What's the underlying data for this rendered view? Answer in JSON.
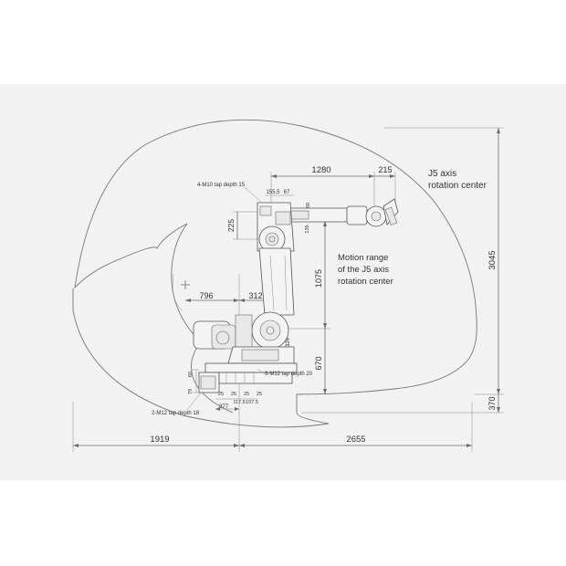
{
  "labels": {
    "j5_line1": "J5 axis",
    "j5_line2": "rotation center",
    "motion_line1": "Motion range",
    "motion_line2": "of the J5 axis",
    "motion_line3": "rotation center",
    "tap_m10": "4-M10 tap depth 15",
    "tap_m12_6": "6-M12 tap depth 20",
    "tap_m12_2": "2-M12 tap depth 18"
  },
  "dimensions": {
    "d1280": "1280",
    "d215": "215",
    "d155": "155.5",
    "d67": "67",
    "d60a": "60",
    "d135": "135",
    "d225": "225",
    "d796": "796",
    "d312": "312",
    "d1075": "1075",
    "d324": "324",
    "d670": "670",
    "d3045": "3045",
    "d370": "370",
    "d60b": "60",
    "d79": "79",
    "d25a": "25",
    "d25b": "25",
    "d25c": "25",
    "d25d": "25",
    "d117": "117.5",
    "d107": "107.5",
    "d377": "377",
    "d1919": "1919",
    "d2655": "2655"
  },
  "colors": {
    "background": "#ffffff",
    "panel": "#f2f2f2",
    "lines": "#6b6b6b",
    "robot_fill": "#f4f4f4",
    "text": "#333333"
  },
  "icons": {
    "center_mark": "crosshair-icon"
  }
}
